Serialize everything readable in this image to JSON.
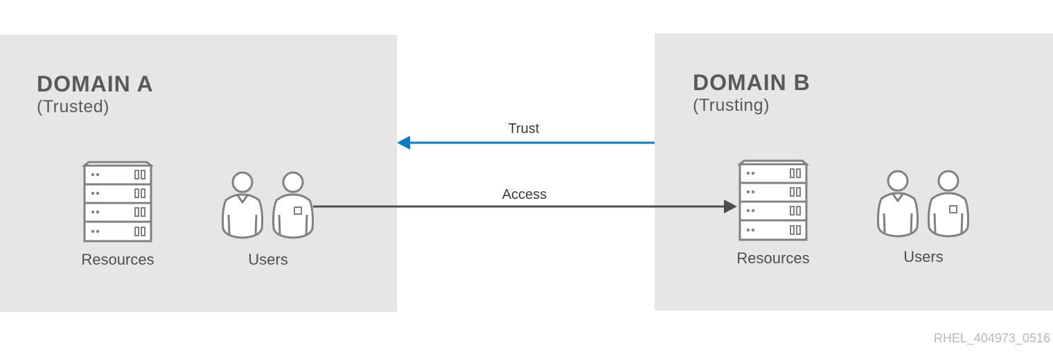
{
  "domain_a": {
    "title": "DOMAIN A",
    "subtitle": "(Trusted)",
    "resources_label": "Resources",
    "users_label": "Users"
  },
  "domain_b": {
    "title": "DOMAIN B",
    "subtitle": "(Trusting)",
    "resources_label": "Resources",
    "users_label": "Users"
  },
  "arrows": {
    "trust_label": "Trust",
    "access_label": "Access"
  },
  "watermark": "RHEL_404973_0516",
  "colors": {
    "panel": "#e6e6e6",
    "text": "#58595b",
    "trust_arrow": "#0a7bc6",
    "access_arrow": "#4d4d4d",
    "icon_stroke": "#808080"
  },
  "icons": {
    "resources": "server-rack-icon",
    "users": "users-icon"
  }
}
